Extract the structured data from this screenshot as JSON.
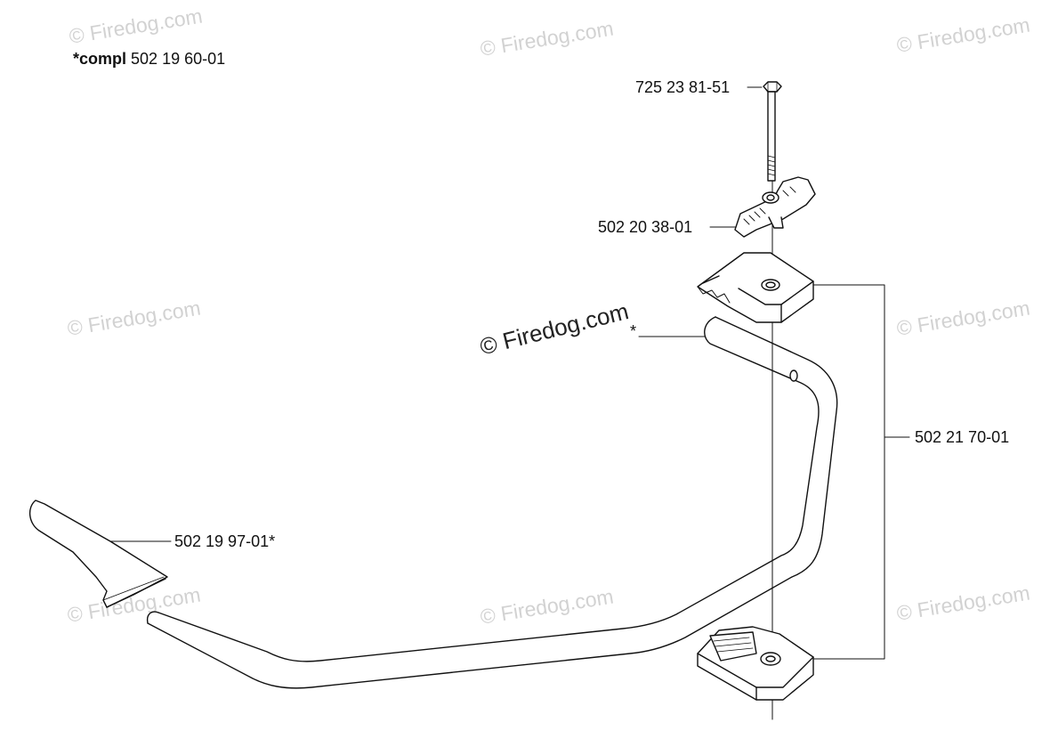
{
  "header": {
    "compl_prefix": "*compl",
    "compl_number": "502 19 60-01"
  },
  "callouts": {
    "bolt": "725 23 81-51",
    "wing_knob": "502 20 38-01",
    "asterisk": "*",
    "clamp_set": "502 21 70-01",
    "grip": "502 19 97-01*"
  },
  "watermarks": {
    "faint": "© Firedog.com",
    "main": "© Firedog.com"
  },
  "colors": {
    "line": "#111111",
    "watermark_faint": "#d2d2d2"
  }
}
